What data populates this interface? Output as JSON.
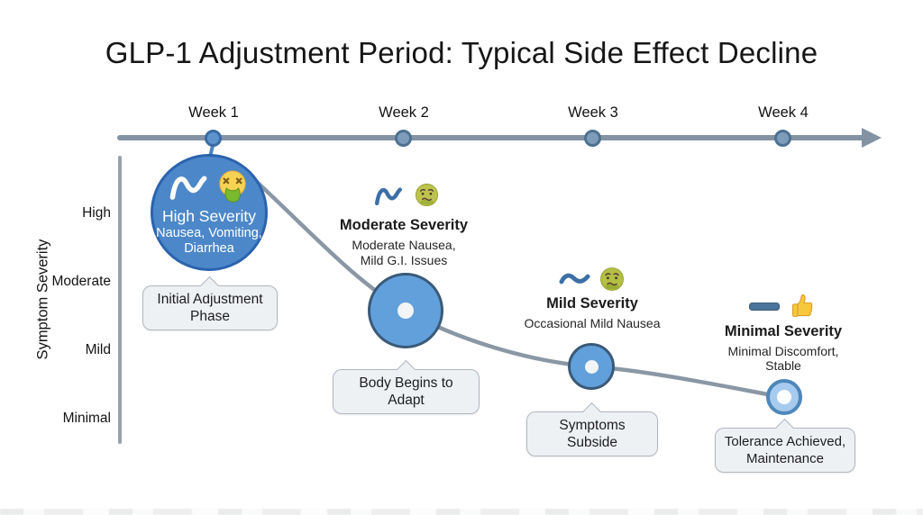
{
  "title": "GLP-1 Adjustment Period: Typical Side Effect Decline",
  "timeline": {
    "weeks": [
      "Week 1",
      "Week 2",
      "Week 3",
      "Week 4"
    ]
  },
  "y_axis": {
    "label": "Symptom Severity",
    "ticks": [
      "High",
      "Moderate",
      "Mild",
      "Minimal"
    ]
  },
  "stages": [
    {
      "week": "Week 1",
      "severity_title": "High Severity",
      "symptom_lines": [
        "Nausea, Vomiting,",
        "Diarrhea"
      ],
      "phase": "Initial Adjustment Phase",
      "icon": "sharp-wave-icon",
      "emoji": "vomiting-face"
    },
    {
      "week": "Week 2",
      "severity_title": "Moderate Severity",
      "symptom_lines": [
        "Moderate Nausea,",
        "Mild G.I. Issues"
      ],
      "phase": "Body Begins to Adapt",
      "icon": "sharp-wave-icon",
      "emoji": "nauseated-face"
    },
    {
      "week": "Week 3",
      "severity_title": "Mild Severity",
      "symptom_lines": [
        "Occasional Mild Nausea"
      ],
      "phase": "Symptoms Subside",
      "icon": "tilde-wave-icon",
      "emoji": "nauseated-face"
    },
    {
      "week": "Week 4",
      "severity_title": "Minimal Severity",
      "symptom_lines": [
        "Minimal Discomfort,",
        "Stable"
      ],
      "phase": "Tolerance Achieved, Maintenance",
      "icon": "flat-line-icon",
      "emoji": "thumbs-up"
    }
  ],
  "colors": {
    "background": "#ffffff",
    "timeline_line": "#8393a3",
    "timeline_dot_active": "#5d93cc",
    "timeline_dot": "#7c9cba",
    "curve": "#8a97a4",
    "circle_large_fill": "#4c88c9",
    "circle_large_border": "#2b63ae",
    "circle_mid_fill": "#61a0db",
    "circle_small_fill": "#a6cbee",
    "bubble_fill": "#eef1f4",
    "bubble_border": "#b0b7bf",
    "icon_blue": "#3c6fa6"
  }
}
